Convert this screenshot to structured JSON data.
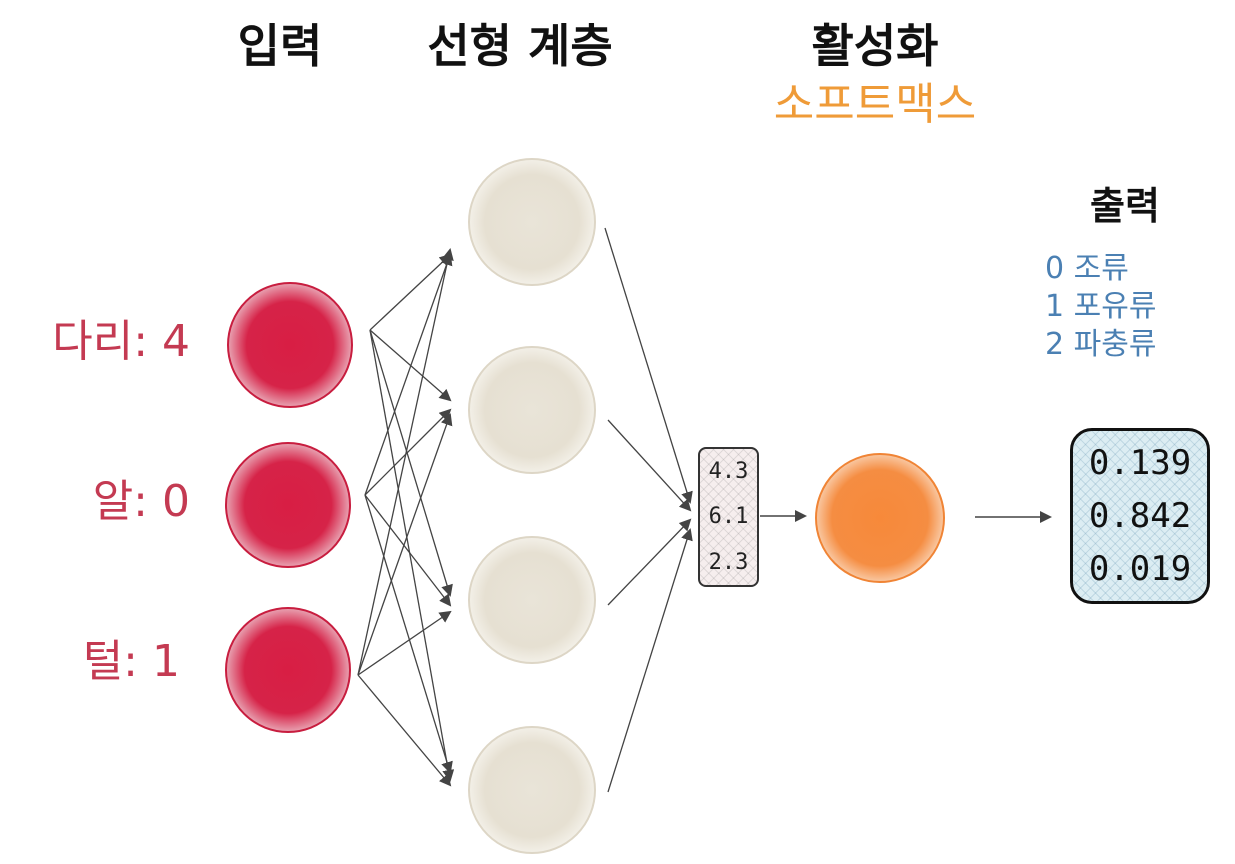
{
  "headings": {
    "input": "입력",
    "linear_layer": "선형 계층",
    "activation": "활성화",
    "softmax": "소프트맥스",
    "output": "출력"
  },
  "inputs": [
    {
      "label": "다리: 4"
    },
    {
      "label": "알: 0"
    },
    {
      "label": "털: 1"
    }
  ],
  "classes": [
    "0 조류",
    "1 포유류",
    "2 파충류"
  ],
  "logits": [
    "4.3",
    "6.1",
    "2.3"
  ],
  "probabilities": [
    "0.139",
    "0.842",
    "0.019"
  ],
  "colors": {
    "input_node": "#d81e44",
    "hidden_node": "#e9e4d8",
    "activation_node": "#f7893a",
    "softmax_text": "#ef9b38",
    "input_label": "#c43a52",
    "class_text": "#4b80b3"
  }
}
